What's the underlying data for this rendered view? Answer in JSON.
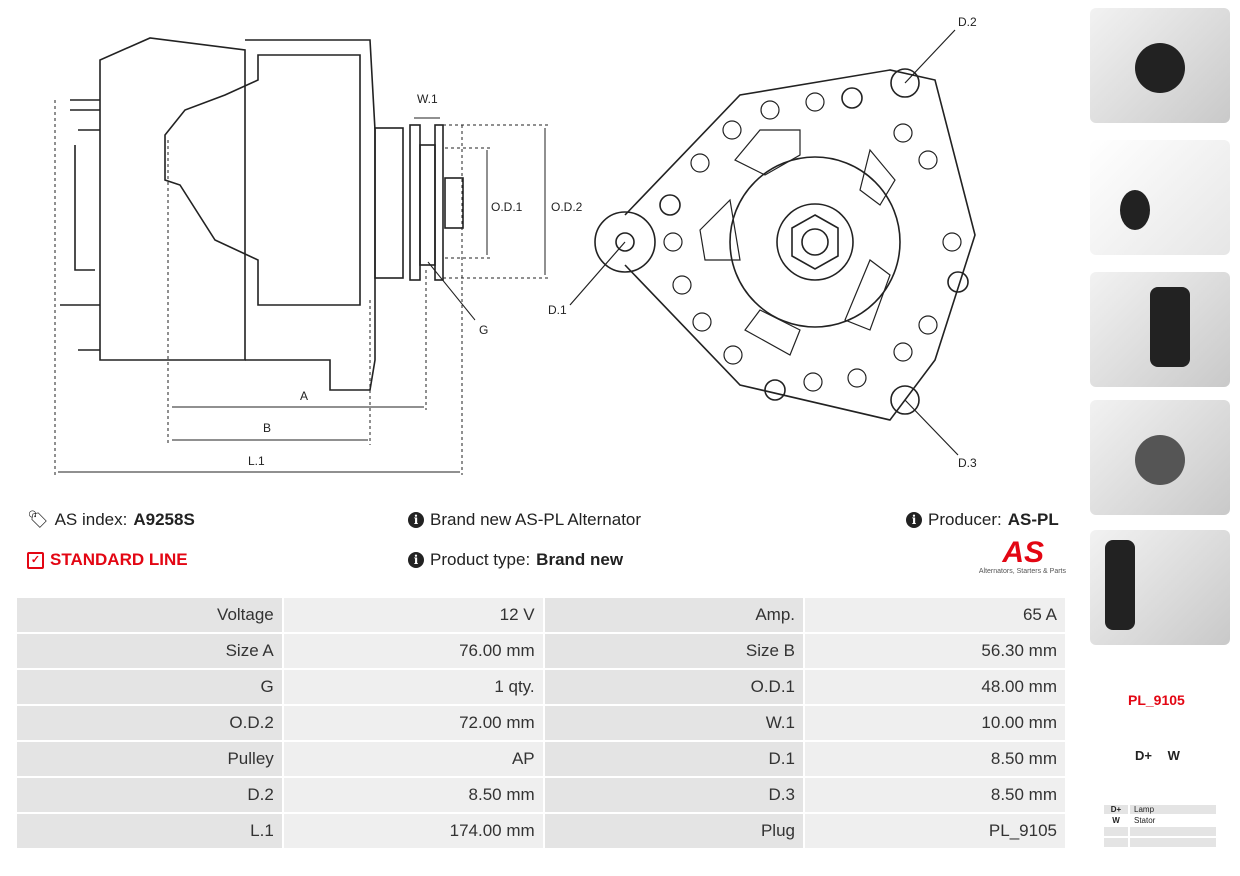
{
  "drawing": {
    "labels": {
      "w1": "W.1",
      "od1": "O.D.1",
      "od2": "O.D.2",
      "g": "G",
      "a": "A",
      "b": "B",
      "l1": "L.1",
      "d1": "D.1",
      "d2": "D.2",
      "d3": "D.3"
    }
  },
  "info": {
    "as_index_label": "AS index:",
    "as_index_value": "A9258S",
    "line": "STANDARD LINE",
    "description": "Brand new AS-PL Alternator",
    "product_type_label": "Product type:",
    "product_type_value": "Brand new",
    "producer_label": "Producer:",
    "producer_value": "AS-PL",
    "logo_text": "AS",
    "logo_tagline": "Alternators, Starters & Parts"
  },
  "specs": [
    [
      "Voltage",
      "12 V",
      "Amp.",
      "65 A"
    ],
    [
      "Size A",
      "76.00 mm",
      "Size B",
      "56.30 mm"
    ],
    [
      "G",
      "1 qty.",
      "O.D.1",
      "48.00 mm"
    ],
    [
      "O.D.2",
      "72.00 mm",
      "W.1",
      "10.00 mm"
    ],
    [
      "Pulley",
      "AP",
      "D.1",
      "8.50 mm"
    ],
    [
      "D.2",
      "8.50 mm",
      "D.3",
      "8.50 mm"
    ],
    [
      "L.1",
      "174.00 mm",
      "Plug",
      "PL_9105"
    ]
  ],
  "plug": {
    "name": "PL_9105",
    "pins": [
      "D+",
      "W"
    ],
    "table": [
      [
        "D+",
        "Lamp"
      ],
      [
        "W",
        "Stator"
      ],
      [
        "",
        ""
      ],
      [
        "",
        ""
      ]
    ]
  },
  "colors": {
    "accent": "#e30613"
  }
}
